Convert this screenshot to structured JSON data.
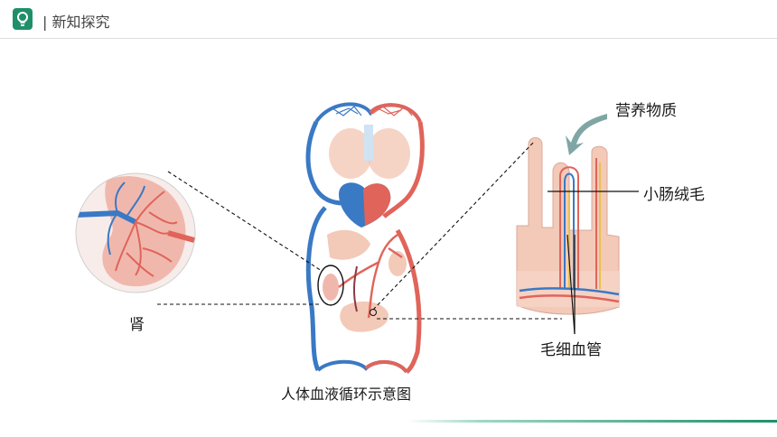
{
  "header": {
    "section_title": "| 新知探究",
    "logo_icon": "lightbulb-icon",
    "accent": "#1f8f6a"
  },
  "labels": {
    "kidney": "肾",
    "caption": "人体血液循环示意图",
    "nutrients": "营养物质",
    "villus": "小肠绒毛",
    "capillary": "毛细血管"
  },
  "colors": {
    "artery": "#e0645a",
    "vein": "#3a79c4",
    "tissue": "#f3c9b8"
  }
}
